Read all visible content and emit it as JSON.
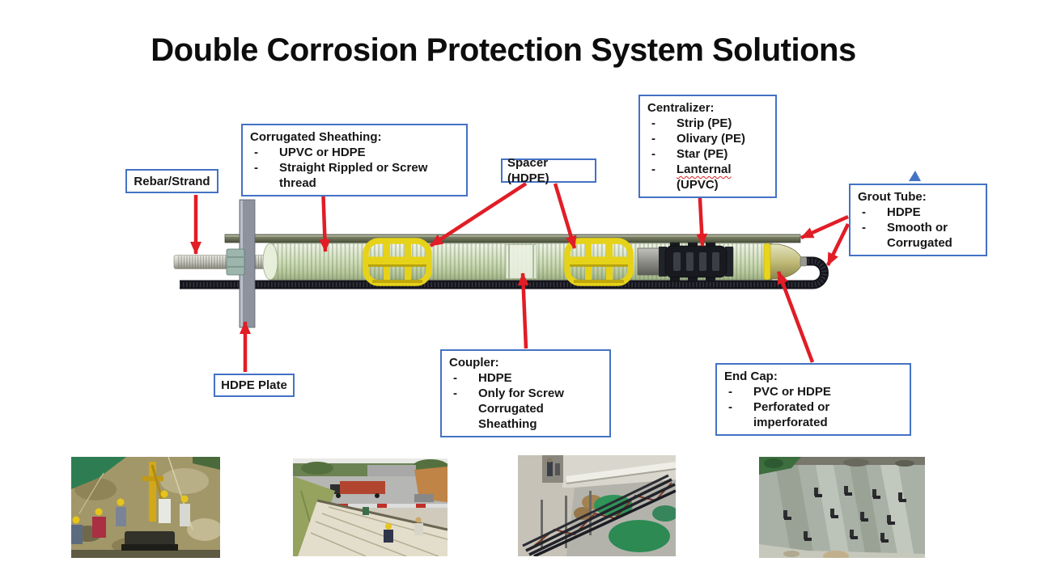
{
  "slide": {
    "title": "Double Corrosion Protection System Solutions"
  },
  "ui": {
    "bullet_char": "-"
  },
  "colors": {
    "callout_border": "#4472C4",
    "arrow_red": "#E11D26",
    "spacer_yellow": "#E6D218",
    "sheathing_green": "#CDDCB6",
    "grout_tube_black": "#14141C",
    "top_tube_olive": "#6E7459",
    "plate_gray": "#8D929C",
    "handle_blue": "#4472C4"
  },
  "callouts": {
    "rebar": {
      "label": "Rebar/Strand"
    },
    "sheathing": {
      "title": "Corrugated Sheathing:",
      "items": [
        "UPVC or HDPE",
        "Straight Rippled or Screw thread"
      ]
    },
    "spacer": {
      "label": "Spacer (HDPE)"
    },
    "centralizer": {
      "title": "Centralizer:",
      "items": [
        "Strip (PE)",
        "Olivary (PE)",
        "Star (PE)"
      ],
      "last_item_word": "Lanternal",
      "last_item_rest": " (UPVC)"
    },
    "grout_tube": {
      "title": "Grout Tube:",
      "items": [
        "HDPE",
        "Smooth or Corrugated"
      ]
    },
    "hdpe_plate": {
      "label": "HDPE Plate"
    },
    "coupler": {
      "title": "Coupler:",
      "items": [
        "HDPE",
        "Only for Screw Corrugated Sheathing"
      ]
    },
    "end_cap": {
      "title": "End Cap:",
      "items": [
        "PVC or HDPE",
        "Perforated or imperforated"
      ]
    }
  },
  "photos": [
    {
      "alt": "drilling rig with workers on rocky slope"
    },
    {
      "alt": "slope formwork works beside highway"
    },
    {
      "alt": "anchor tendon bundle on site walkway"
    },
    {
      "alt": "shotcrete wall with anchor heads"
    }
  ]
}
